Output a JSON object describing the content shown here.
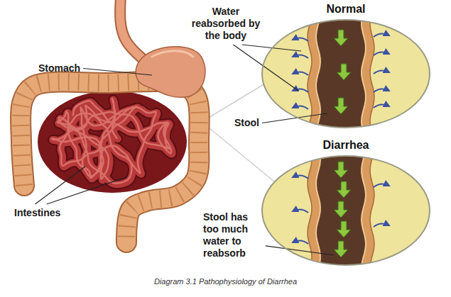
{
  "diagram": {
    "caption": "Diagram 3.1 Pathophysiology of Diarrhea",
    "nodes": [
      {
        "text": [
          "Normal"
        ]
      },
      {
        "text": [
          "Diarrhea"
        ]
      }
    ],
    "labels": [
      "Water reabsorbed by the body",
      "Stomach",
      "Stool",
      "Intestines",
      "Stool has too much water to reabsorb"
    ]
  }
}
